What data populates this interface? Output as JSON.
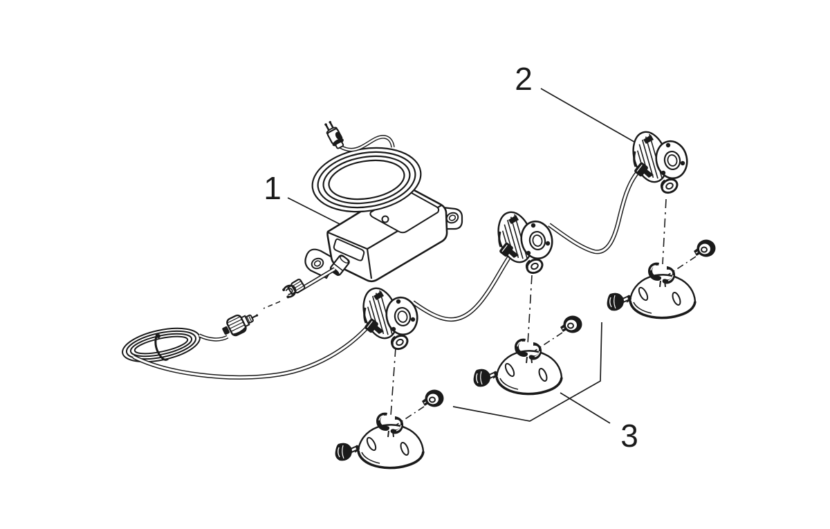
{
  "figure": {
    "type": "exploded-parts-diagram",
    "background_color": "#ffffff",
    "line_color": "#1a1a1a",
    "callouts": [
      {
        "label": "1",
        "part": "transformer-with-mains-plug-and-coiled-cable"
      },
      {
        "label": "2",
        "part": "underwater-spotlight-head"
      },
      {
        "label": "3",
        "part": "suction-cup-base-with-thumb-screws"
      }
    ]
  }
}
